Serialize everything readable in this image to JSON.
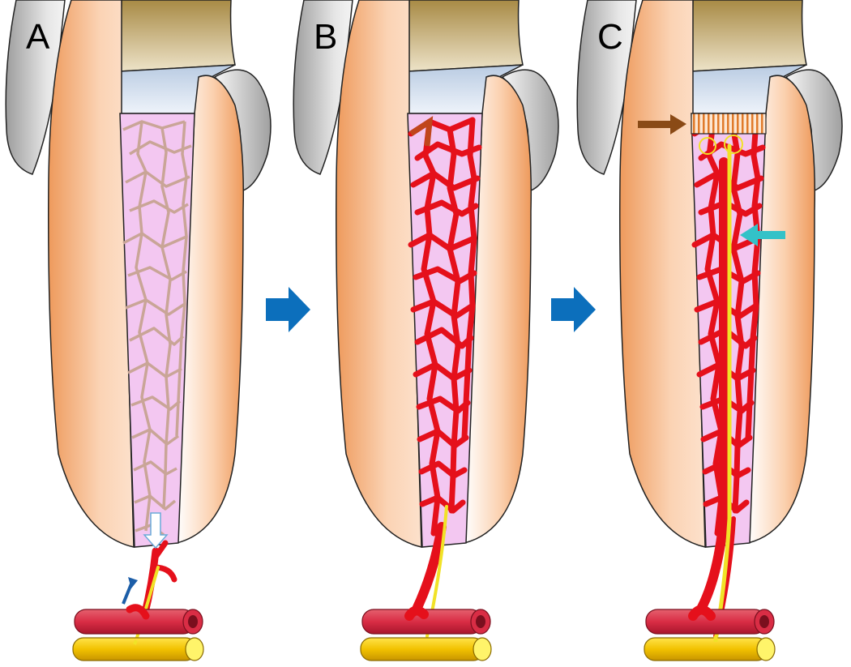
{
  "panels": [
    {
      "id": "A",
      "label": "A",
      "stage": "empty-scaffold"
    },
    {
      "id": "B",
      "label": "B",
      "stage": "vascularized"
    },
    {
      "id": "C",
      "label": "C",
      "stage": "vascularized-innervated-with-dentin-bridge"
    }
  ],
  "colors": {
    "root_light": "#fbd3b4",
    "root_dark": "#ee9a5c",
    "crown": "#b69a55",
    "restoration": "#c4d3e6",
    "gingiva": "#c8c8c8",
    "canal_fill": "#f3c7f1",
    "scaffold_mesh": "#cdaa9b",
    "vessel": "#e5101b",
    "vessel_dark": "#c0461c",
    "nerve": "#f1e227",
    "nerve_bundle": "#f0c000",
    "blood_vessel_tube": "#d9304a",
    "progression_arrow": "#0c6fbc",
    "dentin_bridge": "#e07a2a",
    "pointer_brown": "#8a4a16",
    "pointer_cyan": "#33c2c8",
    "cell_influx_arrow": "#ffffff"
  },
  "icons": [
    "progression-arrow-icon",
    "cell-influx-arrow-icon",
    "dentin-bridge-pointer-icon",
    "nerve-pointer-icon"
  ]
}
